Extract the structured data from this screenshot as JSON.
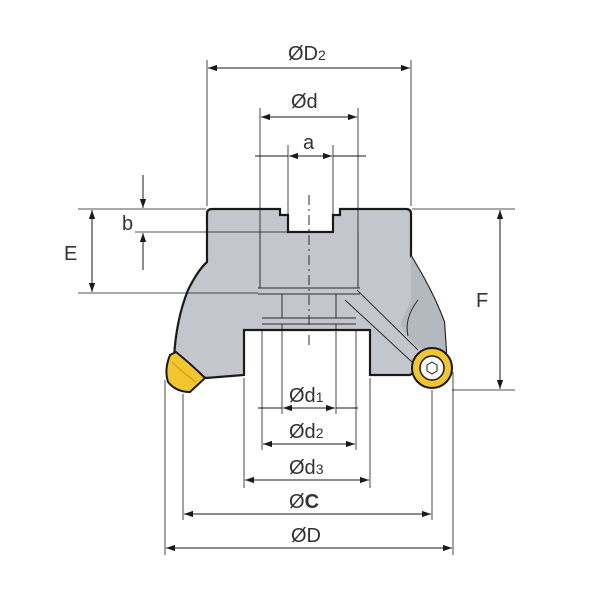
{
  "drawing": {
    "labels": {
      "D2": {
        "main": "ØD",
        "sub": "2"
      },
      "d": "Ød",
      "a": "a",
      "b": "b",
      "E": "E",
      "F": "F",
      "d1": {
        "main": "Ød",
        "sub": "1"
      },
      "d2": {
        "main": "Ød",
        "sub": "2"
      },
      "d3": {
        "main": "Ød",
        "sub": "3"
      },
      "C": {
        "prefix": "Ø",
        "main": "C"
      },
      "D": "ØD"
    },
    "colors": {
      "body": "#c3c7cd",
      "body_dark": "#b4b9c0",
      "insert": "#f2c72e",
      "insert_dark": "#d9a514",
      "screw": "#ffffff",
      "line": "#1a1a1a",
      "text": "#333333"
    }
  }
}
